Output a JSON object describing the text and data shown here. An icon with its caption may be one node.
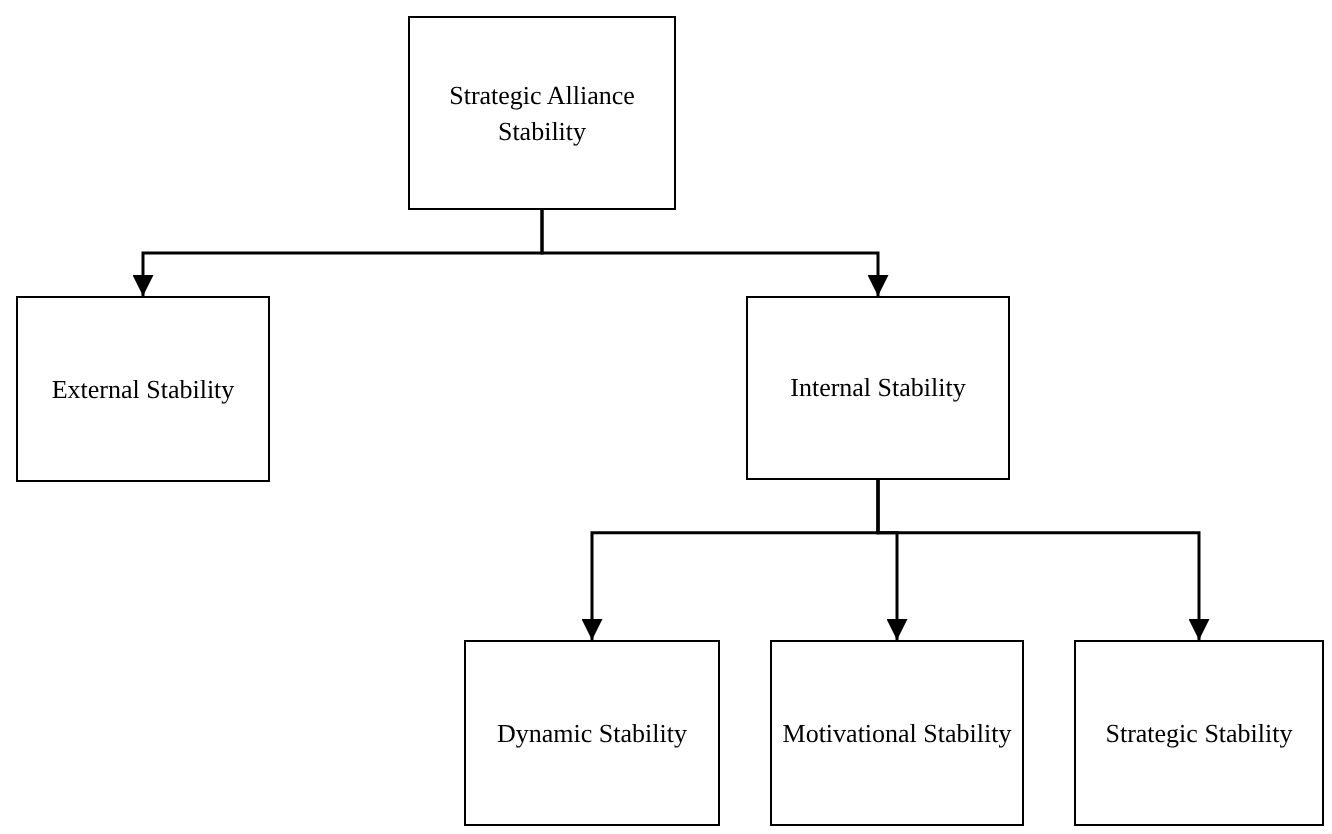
{
  "diagram": {
    "nodes": [
      {
        "text": [
          "Strategic Alliance Stability"
        ]
      },
      {
        "text": [
          "External Stability"
        ]
      },
      {
        "text": [
          "Internal Stability"
        ]
      },
      {
        "text": [
          "Dynamic Stability"
        ]
      },
      {
        "text": [
          "Motivational Stability"
        ]
      },
      {
        "text": [
          "Strategic Stability"
        ]
      }
    ],
    "edges": [
      {
        "from": 0,
        "to": 1,
        "arrow": "to"
      },
      {
        "from": 0,
        "to": 2,
        "arrow": "to"
      },
      {
        "from": 2,
        "to": 3,
        "arrow": "to"
      },
      {
        "from": 2,
        "to": 4,
        "arrow": "to"
      },
      {
        "from": 2,
        "to": 5,
        "arrow": "to"
      }
    ]
  }
}
